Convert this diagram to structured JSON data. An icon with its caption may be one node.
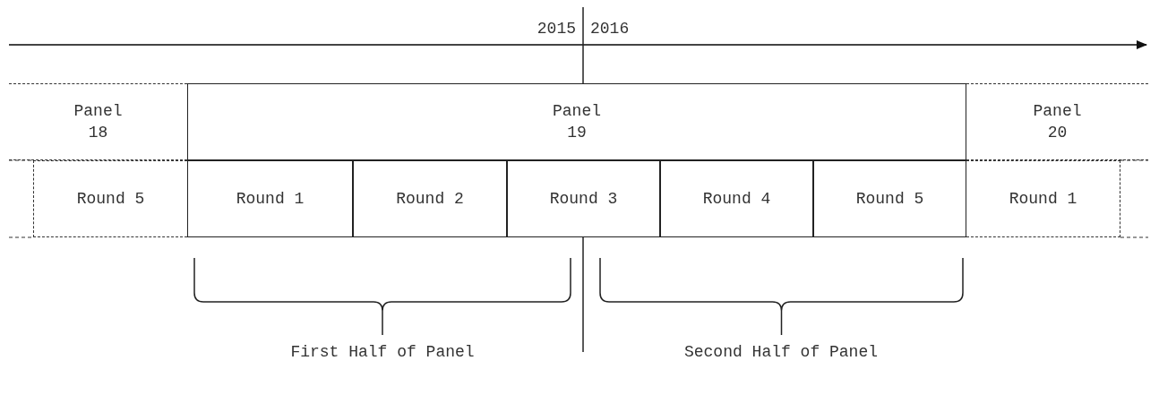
{
  "diagram": {
    "nodes": [
      {
        "text": [
          "Panel 18"
        ]
      },
      {
        "text": [
          "Panel 19"
        ]
      },
      {
        "text": [
          "Panel 20"
        ]
      },
      {
        "text": [
          "Round 5"
        ]
      },
      {
        "text": [
          "Round 1"
        ]
      },
      {
        "text": [
          "Round 2"
        ]
      },
      {
        "text": [
          "Round 3"
        ]
      },
      {
        "text": [
          "Round 4"
        ]
      },
      {
        "text": [
          "Round 5"
        ]
      },
      {
        "text": [
          "Round 1"
        ]
      }
    ],
    "labels": [
      "2015",
      "2016",
      "First Half of Panel",
      "Second Half of Panel"
    ]
  }
}
